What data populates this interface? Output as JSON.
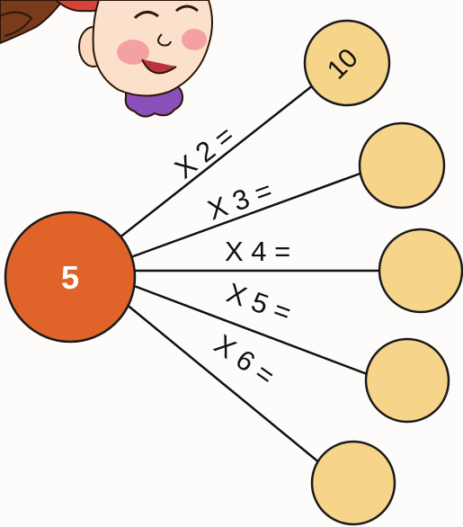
{
  "exercise": {
    "center_number": "5",
    "multipliers": [
      {
        "label": "X 2 =",
        "answer": "10"
      },
      {
        "label": "X 3 =",
        "answer": ""
      },
      {
        "label": "X 4 =",
        "answer": ""
      },
      {
        "label": "X 5 =",
        "answer": ""
      },
      {
        "label": "X 6 =",
        "answer": ""
      }
    ]
  },
  "colors": {
    "center_circle": "#e0642a",
    "answer_circle": "#f6d48a",
    "line": "#111111",
    "background": "#fdfcfa"
  },
  "illustration": "cartoon-girl-face"
}
